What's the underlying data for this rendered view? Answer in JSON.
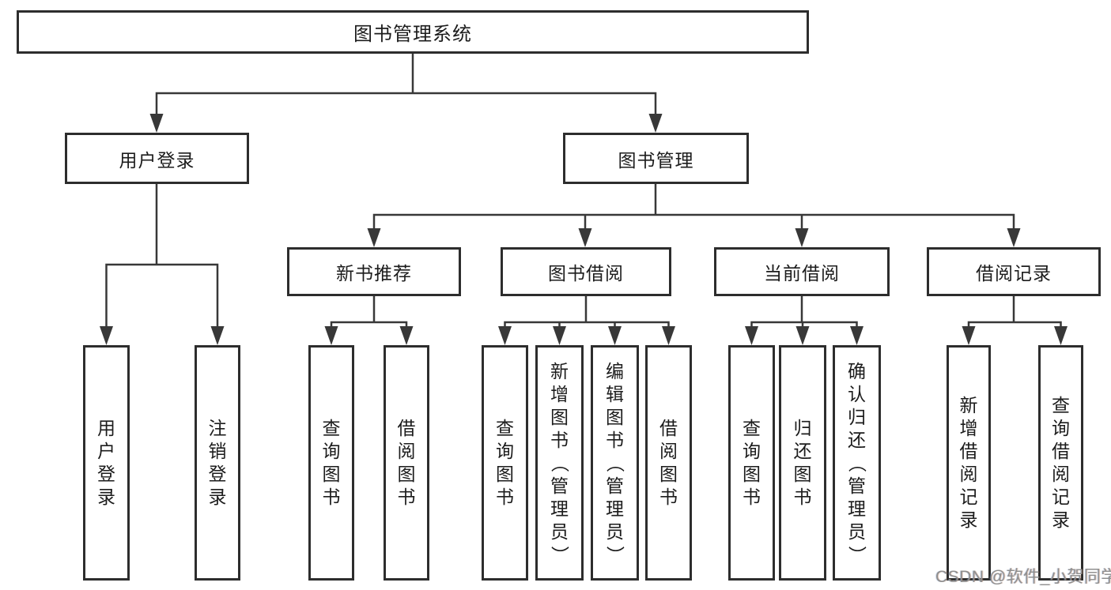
{
  "diagram": {
    "line_color": "#383838",
    "border_color": "#2d2d2d",
    "text_color": "#1c1c1c",
    "root": {
      "label": "图书管理系统"
    },
    "level2": {
      "user_login": {
        "label": "用户登录"
      },
      "book_management": {
        "label": "图书管理"
      }
    },
    "level3": {
      "new_book_recommend": {
        "label": "新书推荐"
      },
      "book_borrow": {
        "label": "图书借阅"
      },
      "current_borrow": {
        "label": "当前借阅"
      },
      "borrow_record": {
        "label": "借阅记录"
      }
    },
    "leaves": {
      "user_login": [
        "用户登录",
        "注销登录"
      ],
      "new_book_recommend": [
        "查询图书",
        "借阅图书"
      ],
      "book_borrow": [
        "查询图书",
        "新增图书（管理员）",
        "编辑图书（管理员）",
        "借阅图书"
      ],
      "current_borrow": [
        "查询图书",
        "归还图书",
        "确认归还（管理员）"
      ],
      "borrow_record": [
        "新增借阅记录",
        "查询借阅记录"
      ]
    }
  },
  "watermark": {
    "text": "CSDN @软件_小贺同学",
    "color": "#8f8f8f"
  }
}
